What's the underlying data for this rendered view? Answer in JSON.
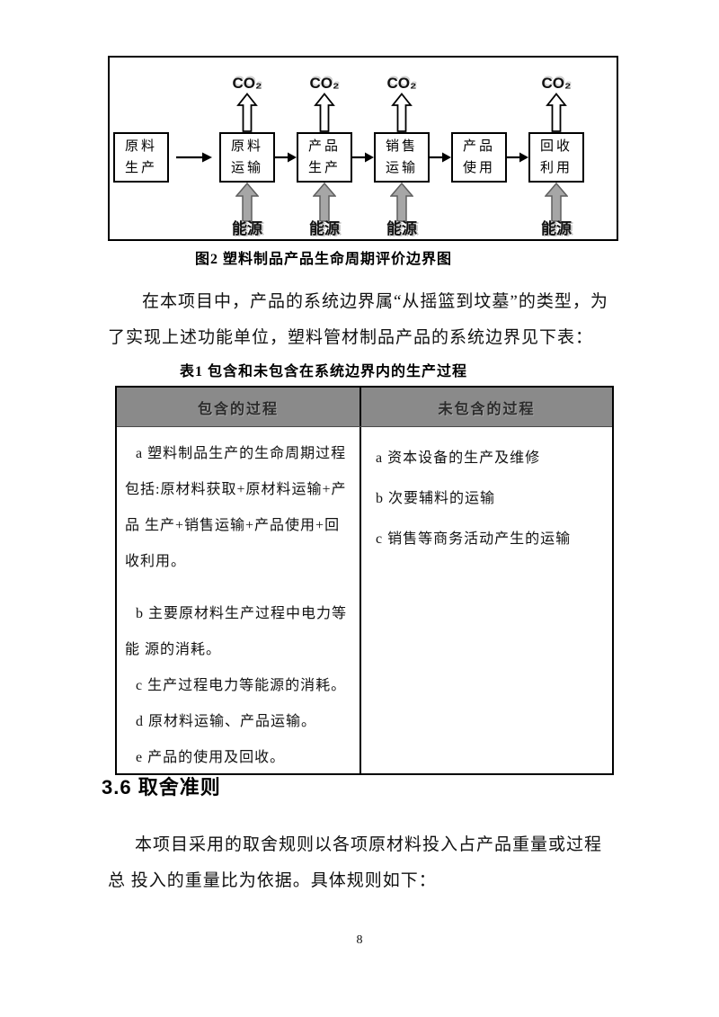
{
  "diagram": {
    "co2_label": "CO₂",
    "energy_label": "能源",
    "stages": [
      {
        "label": "原料生产",
        "co2": false,
        "energy": false
      },
      {
        "label": "原料运输",
        "co2": true,
        "energy": true
      },
      {
        "label": "产品生产",
        "co2": true,
        "energy": true
      },
      {
        "label": "销售运输",
        "co2": true,
        "energy": true
      },
      {
        "label": "产品使用",
        "co2": false,
        "energy": false
      },
      {
        "label": "回收利用",
        "co2": true,
        "energy": true
      }
    ]
  },
  "figure_caption": "图2  塑料制品产品生命周期评价边界图",
  "para1": {
    "lines": [
      "在本项目中，产品的系统边界属“从摇篮到坟墓”的类型，为",
      "了实现上述功能单位，塑料管材制品产品的系统边界见下表："
    ]
  },
  "table": {
    "title": "表1  包含和未包含在系统边界内的生产过程",
    "headers": [
      "包含的过程",
      "未包含的过程"
    ],
    "included_lines": [
      "a 塑料制品生产的生命周期过程",
      "包括:原材料获取+原材料运输+产",
      "品 生产+销售运输+产品使用+回",
      "收利用。",
      "b 主要原材料生产过程中电力等",
      "能 源的消耗。",
      "c 生产过程电力等能源的消耗。",
      "d 原材料运输、产品运输。",
      "e 产品的使用及回收。"
    ],
    "excluded_lines": [
      "a 资本设备的生产及维修",
      "b 次要辅料的运输",
      "c 销售等商务活动产生的运输"
    ]
  },
  "section_heading": "3.6 取舍准则",
  "para2": {
    "lines": [
      "本项目采用的取舍规则以各项原材料投入占产品重量或过程",
      "总 投入的重量比为依据。具体规则如下："
    ]
  },
  "page_number": "8",
  "colors": {
    "table_header_bg": "#8a8a8a",
    "energy_arrow_fill": "#a6a6a6",
    "energy_arrow_stroke": "#5f5f5f",
    "co2_arrow_fill": "#ffffff",
    "border": "#000000"
  }
}
